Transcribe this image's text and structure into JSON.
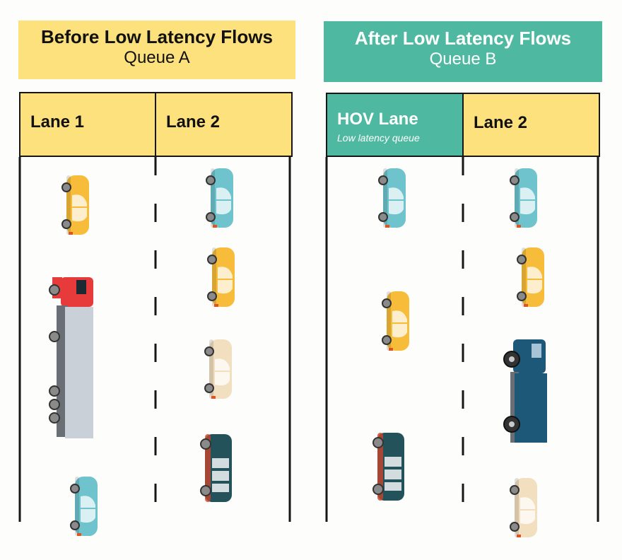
{
  "before": {
    "title": "Before Low Latency Flows",
    "queue": "Queue A",
    "lanes": [
      {
        "label": "Lane 1"
      },
      {
        "label": "Lane 2"
      }
    ]
  },
  "after": {
    "title": "After Low Latency Flows",
    "queue": "Queue B",
    "lanes": [
      {
        "label": "HOV Lane",
        "sublabel": "Low latency queue"
      },
      {
        "label": "Lane 2"
      }
    ]
  },
  "colors": {
    "banner_before": "#fde17c",
    "banner_after": "#4fb8a0",
    "road_lines": "#161616",
    "car_yellow": "#f7bc39",
    "car_blue": "#6ec3cc",
    "car_cream": "#f1dfc0",
    "car_dark": "#24525a",
    "truck_red": "#e73b3b",
    "truck_trailer": "#c9d0d8",
    "truck_navy": "#1e5879"
  },
  "vehicles": {
    "before_lane1": [
      "yellow-car",
      "red-semi-truck",
      "blue-car"
    ],
    "before_lane2": [
      "blue-car",
      "yellow-car",
      "cream-car",
      "dark-green-suv"
    ],
    "after_hov_lane": [
      "blue-car",
      "yellow-car",
      "dark-green-suv"
    ],
    "after_lane2": [
      "blue-car",
      "yellow-car",
      "navy-box-truck",
      "cream-car"
    ]
  }
}
